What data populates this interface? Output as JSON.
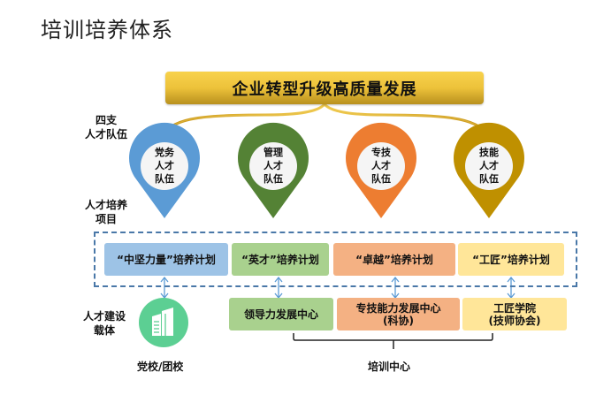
{
  "title": "培训培养体系",
  "banner": "企业转型升级高质量发展",
  "row_labels": {
    "teams": [
      "四支",
      "人才队伍"
    ],
    "projects": [
      "人才培养",
      "项目"
    ],
    "carriers": [
      "人才建设",
      "载体"
    ]
  },
  "teams": [
    {
      "lines": [
        "党务",
        "人才",
        "队伍"
      ],
      "color": "#5b9bd5"
    },
    {
      "lines": [
        "管理",
        "人才",
        "队伍"
      ],
      "color": "#548235"
    },
    {
      "lines": [
        "专技",
        "人才",
        "队伍"
      ],
      "color": "#ed7d31"
    },
    {
      "lines": [
        "技能",
        "人才",
        "队伍"
      ],
      "color": "#bf9000"
    }
  ],
  "plans": [
    {
      "label": "“中坚力量”培养计划",
      "color": "#9dc3e6"
    },
    {
      "label": "“英才”培养计划",
      "color": "#a9d18e"
    },
    {
      "label": "“卓越”培养计划",
      "color": "#f4b183"
    },
    {
      "label": "“工匠”培养计划",
      "color": "#ffe699"
    }
  ],
  "carriers": {
    "party_school": {
      "label": "党校/团校",
      "icon": "building-icon",
      "color": "#5ccf93"
    },
    "centers": [
      {
        "line1": "领导力发展中心",
        "line2": "",
        "color": "#a9d18e"
      },
      {
        "line1": "专技能力发展中心",
        "line2": "(科协)",
        "color": "#f4b183"
      },
      {
        "line1": "工匠学院",
        "line2": "(技师协会)",
        "color": "#ffe699"
      }
    ],
    "group_label": "培训中心"
  },
  "colors": {
    "dash_border": "#4a78a8",
    "arrow": "#5b9bd5",
    "curve": "#d9a821"
  }
}
